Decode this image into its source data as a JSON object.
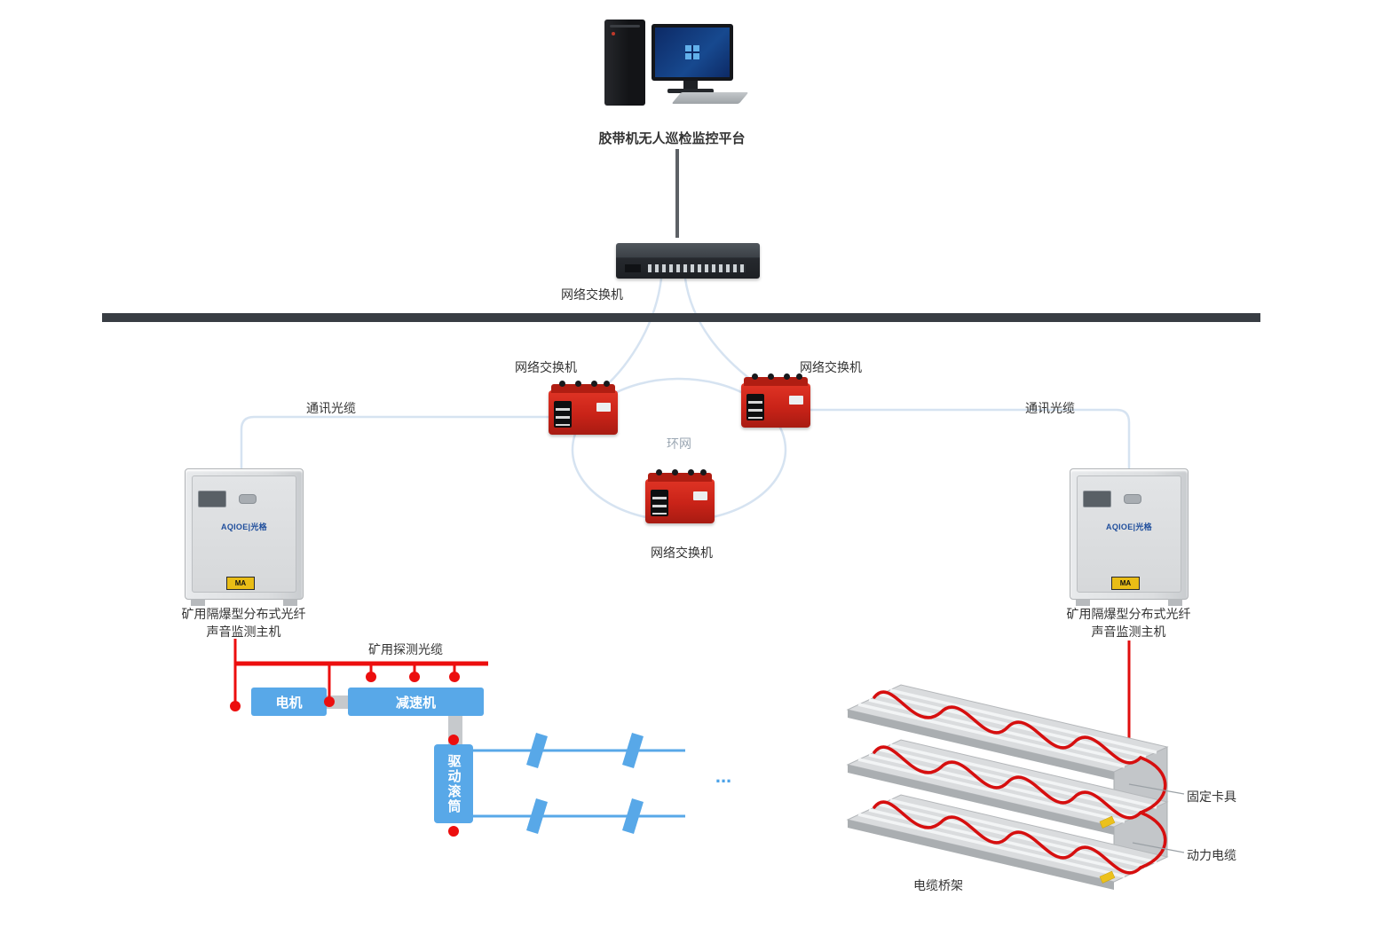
{
  "diagram": {
    "platform_label": "胶带机无人巡检监控平台",
    "main_switch_label": "网络交换机",
    "ring_label": "环网",
    "ring_switch_left_label": "网络交换机",
    "ring_switch_right_label": "网络交换机",
    "ring_switch_bottom_label": "网络交换机",
    "comm_cable_left_label": "通讯光缆",
    "comm_cable_right_label": "通讯光缆",
    "host_label_line1": "矿用隔爆型分布式光纤",
    "host_label_line2": "声音监测主机",
    "detect_cable_label": "矿用探测光缆",
    "motor_label": "电机",
    "reducer_label": "减速机",
    "drum_label": "驱动滚筒",
    "ellipsis": "...",
    "clamp_label": "固定卡具",
    "power_cable_label": "动力电缆",
    "tray_label": "电缆桥架",
    "cabinet_brand": "AQIOE|光格",
    "cabinet_ma": "MA"
  },
  "colors": {
    "accent_red_device": "#d2261b",
    "cable_red": "#e60c0c",
    "belt_blue": "#58a8e8",
    "ring_line_blue": "#d6e3f1",
    "divider_dark": "#383d43"
  }
}
